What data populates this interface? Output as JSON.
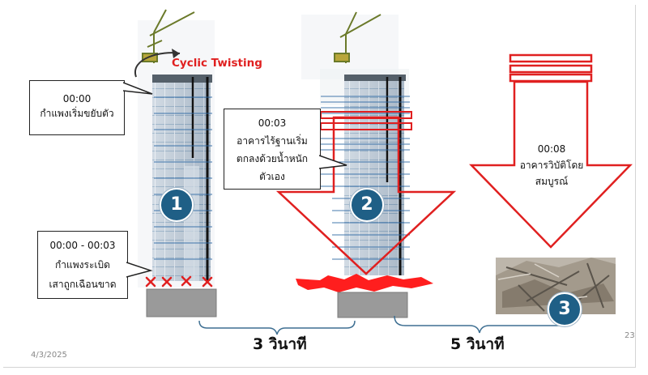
{
  "slide": {
    "date": "4/3/2025",
    "page_number": "23",
    "cyclic_label": "Cyclic Twisting"
  },
  "callouts": {
    "c1": {
      "time": "00:00",
      "text": "กำแพงเริ่มขยับตัว"
    },
    "c2": {
      "time": "00:00 - 00:03",
      "line1": "กำแพงระเบิด",
      "line2": "เสาถูกเฉือนขาด"
    },
    "c3": {
      "time": "00:03",
      "line1": "อาคารไร้ฐานเริ่ม",
      "line2": "ตกลงด้วยน้ำหนัก",
      "line3": "ตัวเอง"
    },
    "c4": {
      "time": "00:08",
      "line1": "อาคารวิบัติโดย",
      "line2": "สมบูรณ์"
    }
  },
  "stages": {
    "s1": "1",
    "s2": "2",
    "s3": "3"
  },
  "durations": {
    "d1": "3 วินาที",
    "d2": "5 วินาที"
  },
  "colors": {
    "accent_red": "#e02020",
    "badge_blue": "#1f5f86",
    "brace_blue": "#3e6f92"
  }
}
